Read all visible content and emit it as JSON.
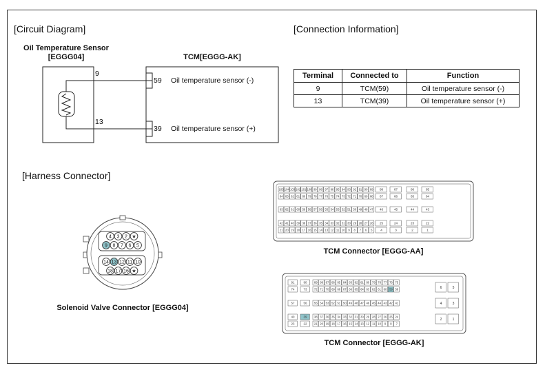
{
  "sections": {
    "circuit_diagram": "[Circuit Diagram]",
    "connection_information": "[Connection Information]",
    "harness_connector": "[Harness Connector]"
  },
  "circuit": {
    "sensor_title": "Oil Temperature Sensor",
    "sensor_code": "[EGGG04]",
    "tcm_title": "TCM[EGGG-AK]",
    "wire_top_number": "9",
    "wire_bottom_number": "13",
    "pin_top": "59",
    "pin_top_label": "Oil temperature sensor (-)",
    "pin_bottom": "39",
    "pin_bottom_label": "Oil temperature sensor (+)"
  },
  "connection_table": {
    "headers": [
      "Terminal",
      "Connected to",
      "Function"
    ],
    "rows": [
      [
        "9",
        "TCM(59)",
        "Oil temperature sensor (-)"
      ],
      [
        "13",
        "TCM(39)",
        "Oil temperature sensor (+)"
      ]
    ]
  },
  "connectors": {
    "solenoid_caption": "Solenoid Valve Connector [EGGG04]",
    "tcm_aa_caption": "TCM Connector [EGGG-AA]",
    "tcm_ak_caption": "TCM Connector [EGGG-AK]",
    "solenoid_pins_row1": [
      "4",
      "3",
      "2",
      "★"
    ],
    "solenoid_pins_row2": [
      "9",
      "8",
      "7",
      "6",
      "5"
    ],
    "solenoid_pins_row3": [
      "14",
      "13",
      "12",
      "11",
      "10"
    ],
    "solenoid_pins_row4": [
      "18",
      "17",
      "16",
      "★"
    ],
    "solenoid_highlight": [
      "9",
      "13"
    ],
    "tcm_ak_highlight": [
      "59",
      "39"
    ],
    "highlight_color": "#8fc3c9"
  }
}
